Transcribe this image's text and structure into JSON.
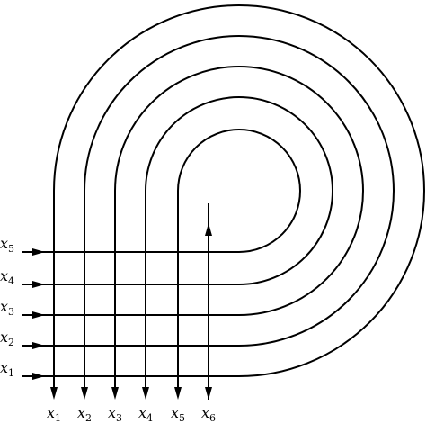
{
  "left_labels": [
    {
      "main": "x",
      "sub": "5"
    },
    {
      "main": "x",
      "sub": "4"
    },
    {
      "main": "x",
      "sub": "3"
    },
    {
      "main": "x",
      "sub": "2"
    },
    {
      "main": "x",
      "sub": "1"
    }
  ],
  "bottom_labels": [
    {
      "main": "x",
      "sub": "1"
    },
    {
      "main": "x",
      "sub": "2"
    },
    {
      "main": "x",
      "sub": "3"
    },
    {
      "main": "x",
      "sub": "4"
    },
    {
      "main": "x",
      "sub": "5"
    },
    {
      "main": "x",
      "sub": "6"
    }
  ],
  "colors": {
    "stroke": "#000000",
    "background": "#ffffff"
  }
}
